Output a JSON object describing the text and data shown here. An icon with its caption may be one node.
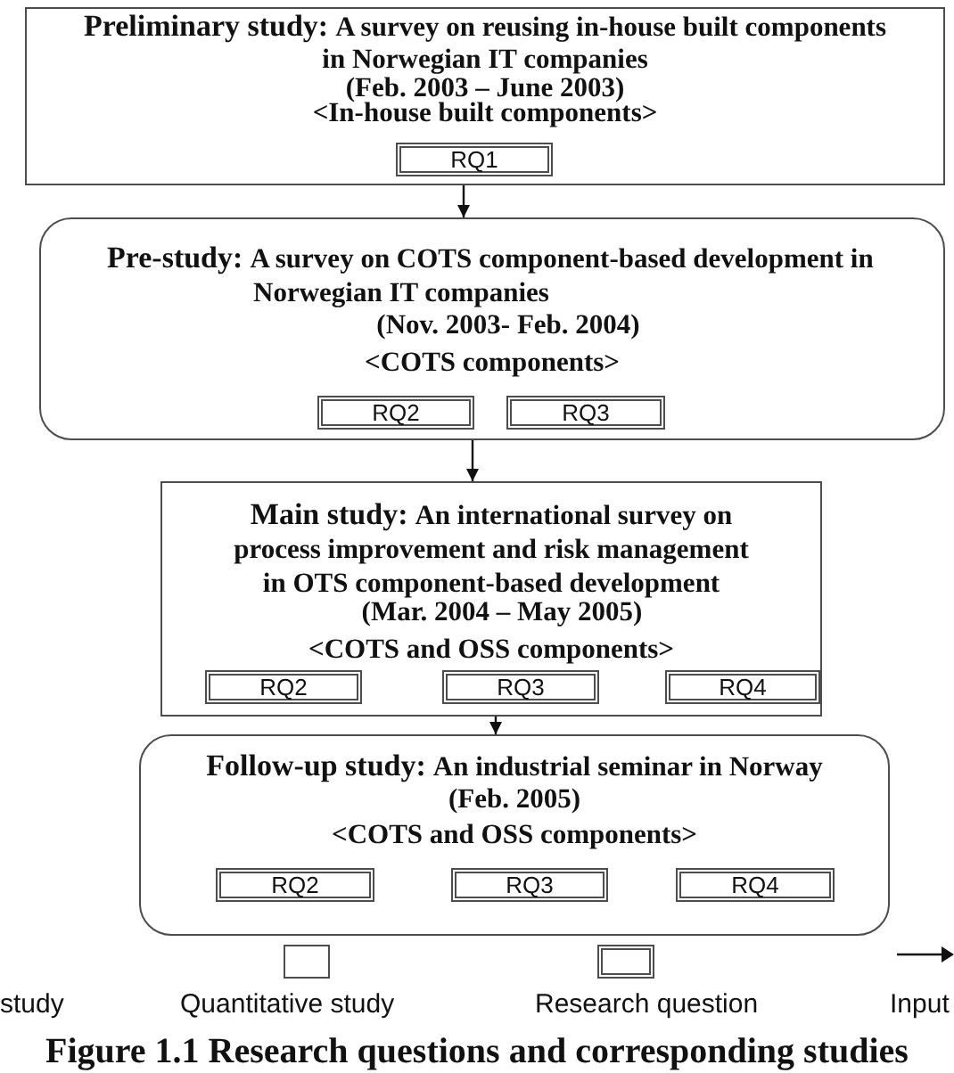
{
  "diagram": {
    "caption": "Figure 1.1 Research questions and corresponding studies",
    "nodes": [
      {
        "text": [
          "Preliminary study:",
          "A survey on reusing in-house built components in Norwegian IT companies",
          "(Feb. 2003 – June 2003)",
          "<In-house built components>"
        ]
      },
      {
        "text": [
          "RQ1"
        ],
        "in": 0
      },
      {
        "text": [
          "Pre-study:",
          "A survey on COTS component-based development in Norwegian IT companies",
          "(Nov. 2003- Feb. 2004)",
          "<COTS components>"
        ]
      },
      {
        "text": [
          "RQ2"
        ],
        "in": 2
      },
      {
        "text": [
          "RQ3"
        ],
        "in": 2
      },
      {
        "text": [
          "Main study:",
          "An international survey on process improvement and risk management in OTS component-based development",
          "(Mar. 2004 – May 2005)",
          "<COTS and OSS components>"
        ]
      },
      {
        "text": [
          "RQ2"
        ],
        "in": 5
      },
      {
        "text": [
          "RQ3"
        ],
        "in": 5
      },
      {
        "text": [
          "RQ4"
        ],
        "in": 5
      },
      {
        "text": [
          "Follow-up study:",
          "An industrial seminar in Norway",
          "(Feb. 2005)",
          "<COTS and OSS components>"
        ]
      },
      {
        "text": [
          "RQ2"
        ],
        "in": 9
      },
      {
        "text": [
          "RQ3"
        ],
        "in": 9
      },
      {
        "text": [
          "RQ4"
        ],
        "in": 9
      }
    ],
    "edges": [
      {
        "from": 0,
        "to": 2,
        "arrow": "to"
      },
      {
        "from": 2,
        "to": 5,
        "arrow": "to"
      },
      {
        "from": 5,
        "to": 9,
        "arrow": "to"
      }
    ],
    "legend": [
      {
        "text": "study"
      },
      {
        "text": "Quantitative study"
      },
      {
        "text": "Research question"
      },
      {
        "text": "Input"
      }
    ]
  }
}
